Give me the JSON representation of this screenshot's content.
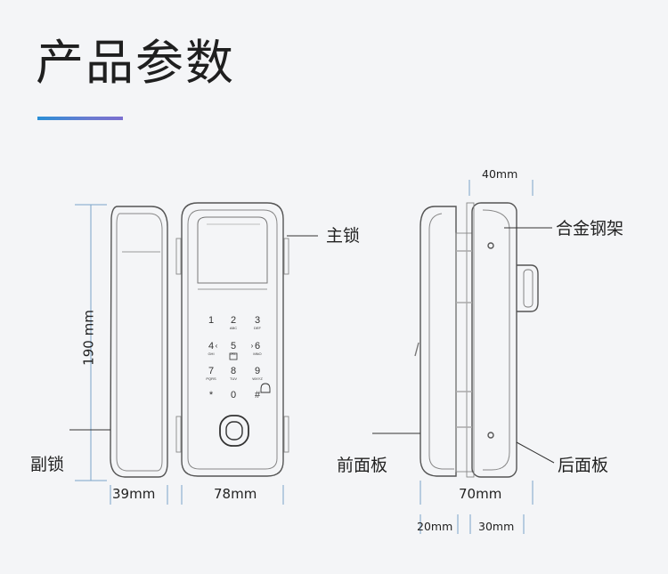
{
  "title": "产品参数",
  "labels": {
    "main_lock": "主锁",
    "secondary_lock": "副锁",
    "alloy_frame": "合金钢架",
    "front_panel": "前面板",
    "rear_panel": "后面板"
  },
  "dimensions": {
    "height": "190 mm",
    "secondary_width": "39mm",
    "main_width": "78mm",
    "frame_depth": "40mm",
    "total_depth": "70mm",
    "front_depth": "20mm",
    "rear_depth": "30mm"
  },
  "keypad": [
    {
      "digit": "1",
      "sub": ""
    },
    {
      "digit": "2",
      "sub": "ABC"
    },
    {
      "digit": "3",
      "sub": "DEF"
    },
    {
      "digit": "4",
      "sub": "GHI"
    },
    {
      "digit": "5",
      "sub": "JKL"
    },
    {
      "digit": "6",
      "sub": "MNO"
    },
    {
      "digit": "7",
      "sub": "PQRS"
    },
    {
      "digit": "8",
      "sub": "TUV"
    },
    {
      "digit": "9",
      "sub": "WXYZ"
    },
    {
      "digit": "*",
      "sub": ""
    },
    {
      "digit": "0",
      "sub": ""
    },
    {
      "digit": "#",
      "sub": ""
    }
  ]
}
